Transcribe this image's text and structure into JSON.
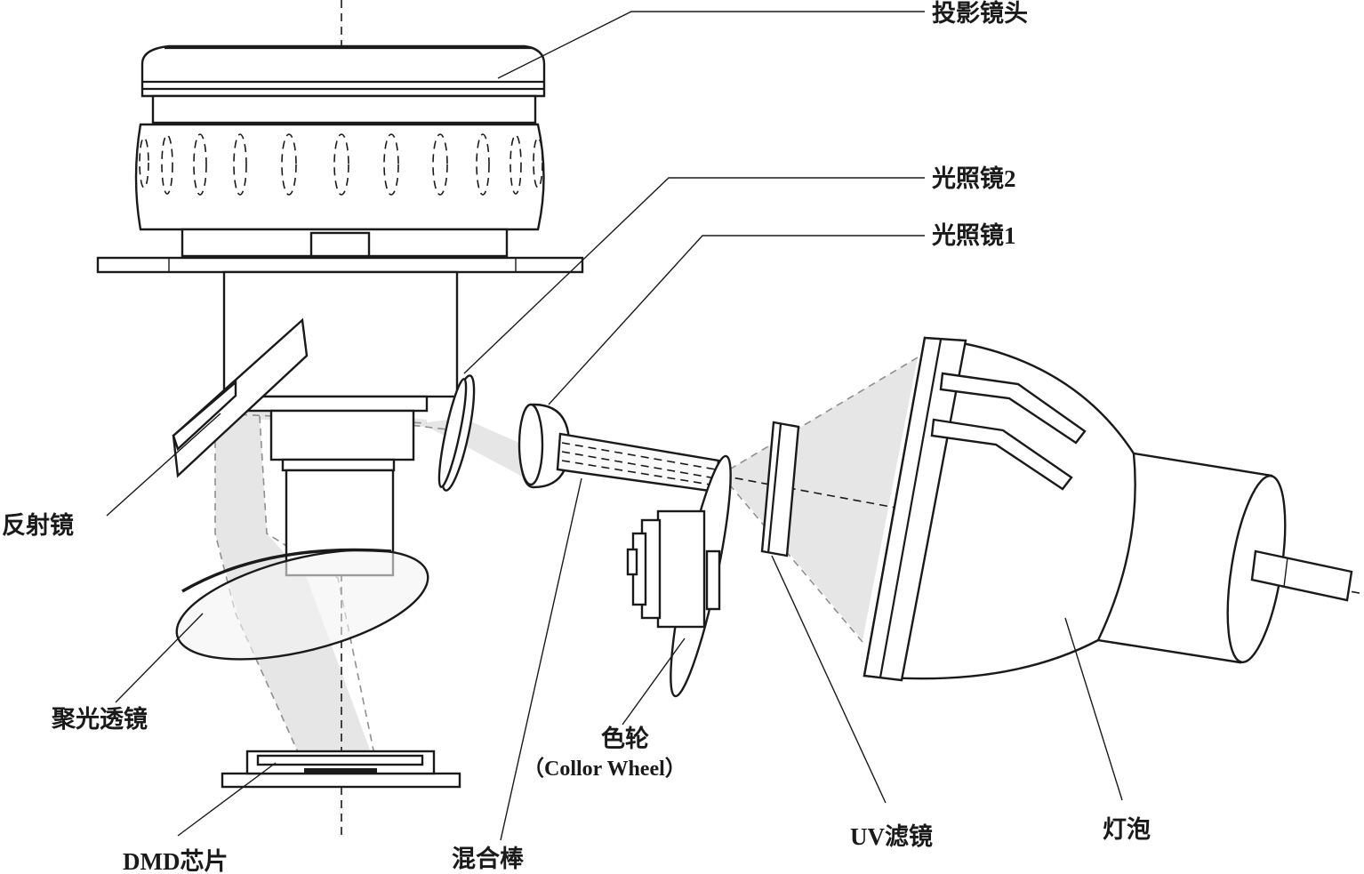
{
  "labels": {
    "projection_lens": "投影镜头",
    "illumination_lens_2": "光照镜2",
    "illumination_lens_1": "光照镜1",
    "reflector": "反射镜",
    "condenser_lens": "聚光透镜",
    "dmd_chip": "DMD芯片",
    "mixing_rod": "混合棒",
    "color_wheel": "色轮",
    "color_wheel_en": "（Collor Wheel）",
    "uv_filter": "UV滤镜",
    "bulb": "灯泡"
  }
}
